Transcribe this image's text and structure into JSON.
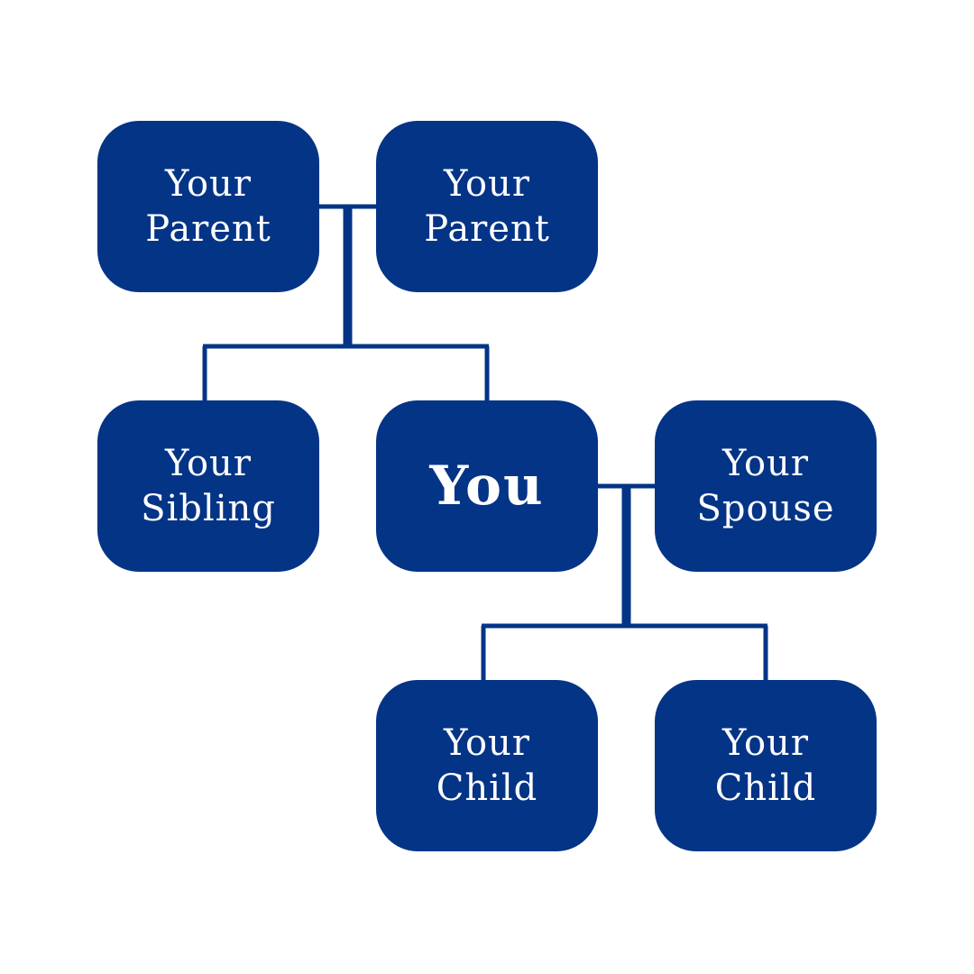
{
  "colors": {
    "node_fill": "#043486",
    "node_text": "#ffffff",
    "connector": "#043486",
    "background": "#ffffff"
  },
  "nodes": {
    "parent_1": {
      "line1": "Your",
      "line2": "Parent"
    },
    "parent_2": {
      "line1": "Your",
      "line2": "Parent"
    },
    "sibling": {
      "line1": "Your",
      "line2": "Sibling"
    },
    "you": {
      "line1": "You"
    },
    "spouse": {
      "line1": "Your",
      "line2": "Spouse"
    },
    "child_1": {
      "line1": "Your",
      "line2": "Child"
    },
    "child_2": {
      "line1": "Your",
      "line2": "Child"
    }
  },
  "relationships": [
    {
      "type": "couple",
      "members": [
        "parent_1",
        "parent_2"
      ]
    },
    {
      "type": "children",
      "parents": [
        "parent_1",
        "parent_2"
      ],
      "children": [
        "sibling",
        "you"
      ]
    },
    {
      "type": "couple",
      "members": [
        "you",
        "spouse"
      ]
    },
    {
      "type": "children",
      "parents": [
        "you",
        "spouse"
      ],
      "children": [
        "child_1",
        "child_2"
      ]
    }
  ]
}
